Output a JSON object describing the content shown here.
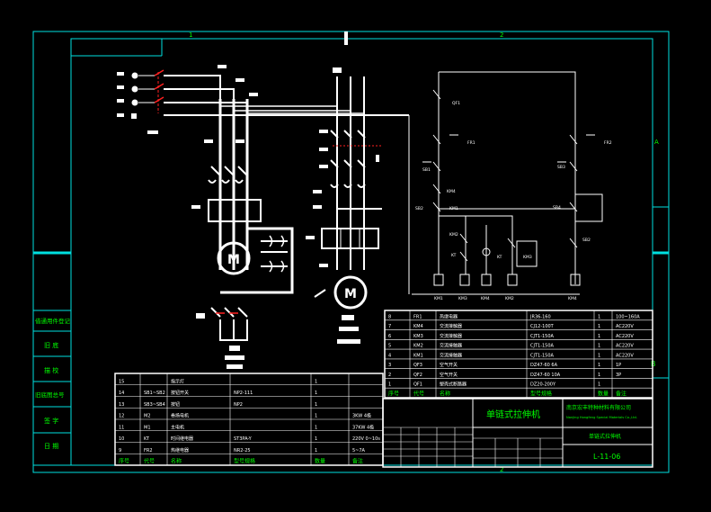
{
  "colors": {
    "background": "#000000",
    "frame": "#00e0e0",
    "wiring": "#ffffff",
    "text": "#00ff00",
    "contact": "#ff2020"
  },
  "frame": {
    "zone_top_1": "1",
    "zone_top_2": "2",
    "zone_bottom_2": "2",
    "zone_right_a": "A",
    "zone_right_b": "B"
  },
  "side_labels": [
    "借通用件登记",
    "旧 底",
    "描 校",
    "旧底图总号",
    "签 字",
    "日 期"
  ],
  "motor": {
    "left_caption": "M",
    "right_caption": "M"
  },
  "control_labels": [
    "QF1",
    "FR1",
    "SB1",
    "KM4",
    "KM1",
    "SB2",
    "KM2",
    "KT",
    "FR2",
    "SB3",
    "SB4",
    "SB2",
    "KM1",
    "KM3",
    "KM4",
    "KM2",
    "KT",
    "KM3",
    "KM4"
  ],
  "bom_upper": {
    "header": [
      "序号",
      "代号",
      "名称",
      "型号规格",
      "数量",
      "备注"
    ],
    "rows": [
      [
        "8",
        "FR1",
        "热继电器",
        "JR36-160",
        "1",
        "100~160A"
      ],
      [
        "7",
        "KM4",
        "交流接触器",
        "CJ12-100T",
        "1",
        "AC220V"
      ],
      [
        "6",
        "KM3",
        "交流接触器",
        "CJT1-150A",
        "1",
        "AC220V"
      ],
      [
        "5",
        "KM2",
        "交流接触器",
        "CJT1-150A",
        "1",
        "AC220V"
      ],
      [
        "4",
        "KM1",
        "交流接触器",
        "CJT1-150A",
        "1",
        "AC220V"
      ],
      [
        "3",
        "QF3",
        "空气开关",
        "DZ47-60 6A",
        "1",
        "1P"
      ],
      [
        "2",
        "QF2",
        "空气开关",
        "DZ47-60 10A",
        "1",
        "3P"
      ],
      [
        "1",
        "QF1",
        "塑壳式断路器",
        "DZ20-200Y",
        "1",
        ""
      ]
    ]
  },
  "bom_lower": {
    "header": [
      "序号",
      "代号",
      "名称",
      "型号规格",
      "数量",
      "备注"
    ],
    "rows": [
      [
        "15",
        "",
        "指示灯",
        "",
        "1",
        ""
      ],
      [
        "14",
        "SB1~SB2",
        "按钮开关",
        "NP2-111",
        "1",
        ""
      ],
      [
        "13",
        "SB3~SB4",
        "按钮",
        "NP2",
        "1",
        ""
      ],
      [
        "12",
        "M2",
        "卷扬电机",
        "",
        "1",
        "3KW 4极"
      ],
      [
        "11",
        "M1",
        "主电机",
        "",
        "1",
        "37KW 4极"
      ],
      [
        "10",
        "KT",
        "时间继电器",
        "ST3PA-Y",
        "1",
        "220V 0~10s"
      ],
      [
        "9",
        "FR2",
        "热继电器",
        "NR2-25",
        "1",
        "5~7A"
      ]
    ]
  },
  "title_block": {
    "drawing_title": "单链式拉伸机",
    "company": "南京宏丰特种材料有限公司",
    "company_en": "Nanjing Hongfeng Special Materials Co.,Ltd.",
    "drawing_name": "单链式拉伸机",
    "drawing_number": "L-11-06"
  }
}
